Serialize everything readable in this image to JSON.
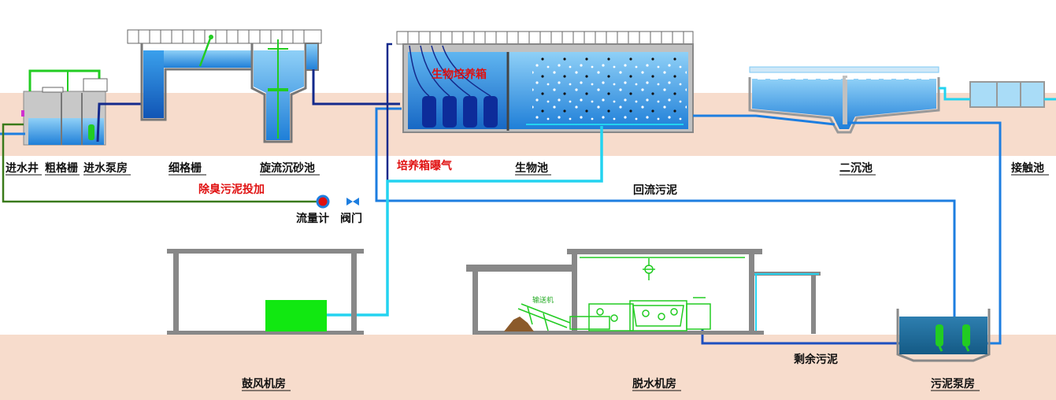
{
  "labels": {
    "inlet_well": "进水井",
    "coarse_screen": "粗格栅",
    "inlet_pump_house": "进水泵房",
    "fine_screen": "细格栅",
    "vortex_grit": "旋流沉砂池",
    "culture_tank_aeration": "培养箱曝气",
    "culture_tank": "生物培养箱",
    "bio_tank": "生物池",
    "secondary_clarifier": "二沉池",
    "contact_tank": "接触池",
    "deodor_sludge": "除臭污泥投加",
    "return_sludge": "回流污泥",
    "flow_meter": "流量计",
    "valve": "阀门",
    "blower_house": "鼓风机房",
    "dewater_house": "脱水机房",
    "excess_sludge": "剩余污泥",
    "sludge_pump_house": "污泥泵房",
    "conveyor_tag": "输送机"
  },
  "colors": {
    "ground": "#f7dccc",
    "water": "#2e93e8",
    "water_light": "#7cc8f5",
    "pipe_dark_blue": "#1e4fbf",
    "pipe_blue": "#1d7ee0",
    "pipe_cyan": "#23d3f0",
    "pipe_navy": "#142a8c",
    "pipe_green": "#3a7a1a",
    "equip_green": "#22cc22",
    "wall_gray": "#8a8a8a",
    "label_red": "#e01010"
  }
}
